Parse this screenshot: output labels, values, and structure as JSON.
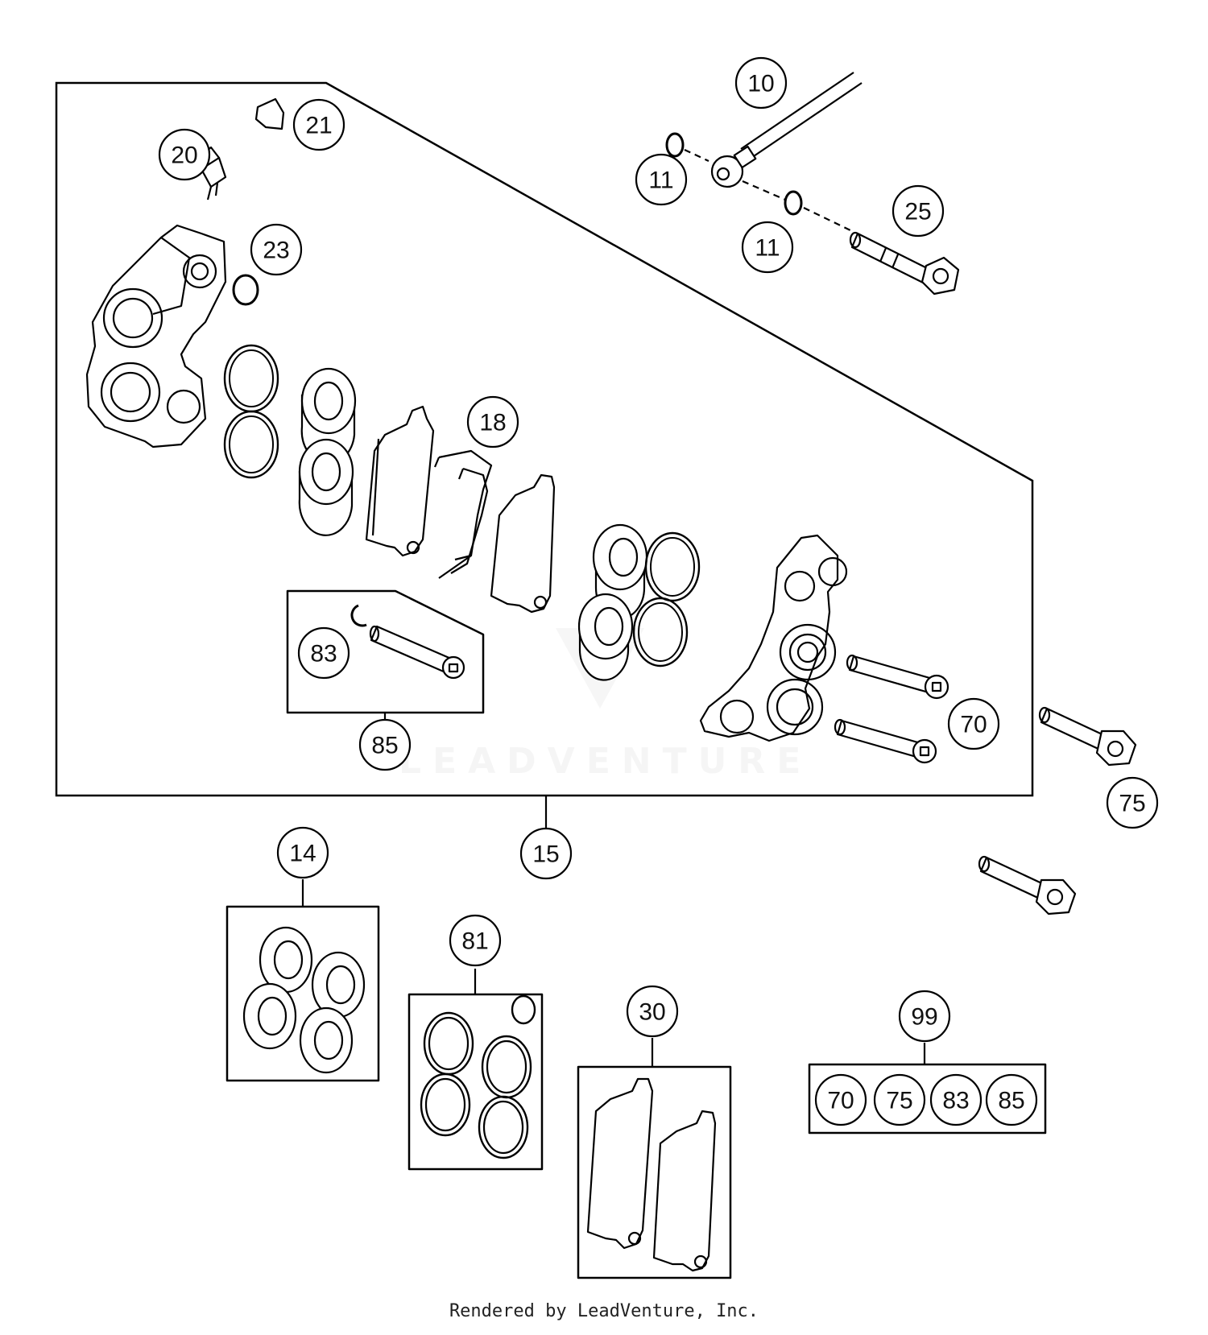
{
  "diagram": {
    "callouts": {
      "c10": "10",
      "c11a": "11",
      "c11b": "11",
      "c25": "25",
      "c21": "21",
      "c20": "20",
      "c23": "23",
      "c18": "18",
      "c83": "83",
      "c85": "85",
      "c70": "70",
      "c75": "75",
      "c15": "15",
      "c14": "14",
      "c81": "81",
      "c30": "30",
      "c99": "99",
      "k70": "70",
      "k75": "75",
      "k83": "83",
      "k85": "85"
    },
    "watermark": "LEADVENTURE"
  },
  "footer": {
    "text": "Rendered by LeadVenture, Inc."
  }
}
